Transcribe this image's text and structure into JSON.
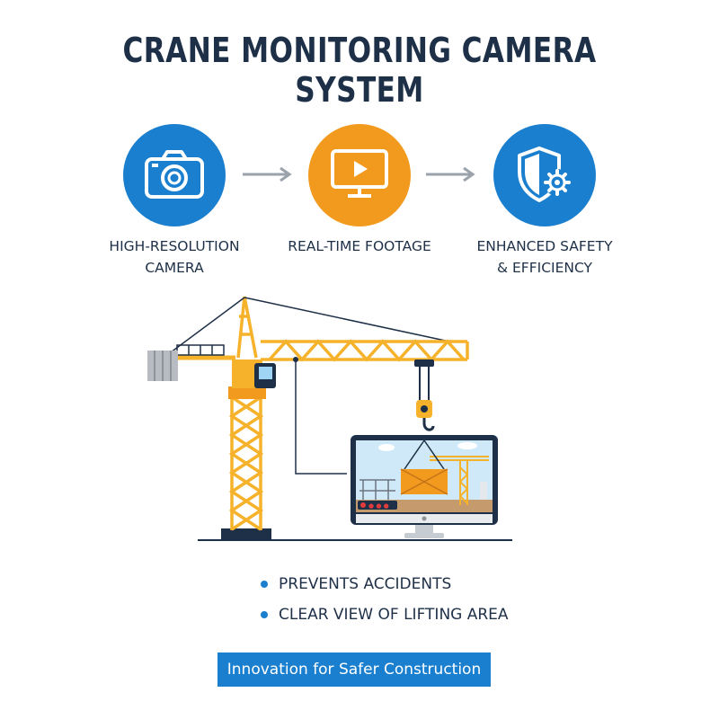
{
  "header": {
    "title": "CRANE MONITORING CAMERA SYSTEM"
  },
  "steps": [
    {
      "label_line1": "HIGH-RESOLUTION",
      "label_line2": "CAMERA",
      "icon": "camera-icon",
      "color": "#1a7fcf"
    },
    {
      "label_line1": "REAL-TIME FOOTAGE",
      "label_line2": "",
      "icon": "monitor-play-icon",
      "color": "#f29a1e"
    },
    {
      "label_line1": "ENHANCED SAFETY",
      "label_line2": "& EFFICIENCY",
      "icon": "shield-gear-icon",
      "color": "#1a7fcf"
    }
  ],
  "monitor": {
    "indicator_dots": "● ● ●"
  },
  "benefits": [
    "PREVENTS ACCIDENTS",
    "CLEAR VIEW OF LIFTING AREA"
  ],
  "banner": {
    "text": "Innovation for Safer Construction"
  },
  "colors": {
    "accent_blue": "#1a7fcf",
    "accent_orange": "#f29a1e",
    "navy": "#1e3048",
    "crane_yellow": "#f5b22a"
  }
}
